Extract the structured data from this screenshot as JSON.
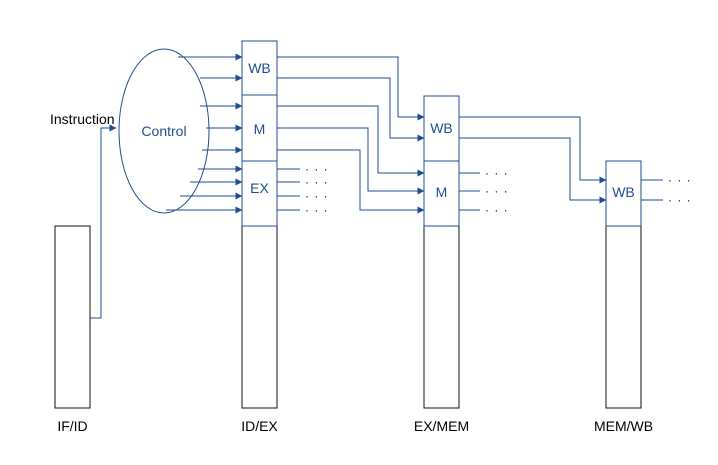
{
  "diagram": {
    "instruction_label": "Instruction",
    "control_label": "Control",
    "registers": {
      "if_id": "IF/ID",
      "id_ex": "ID/EX",
      "ex_mem": "EX/MEM",
      "mem_wb": "MEM/WB"
    },
    "sections": {
      "wb": "WB",
      "m": "M",
      "ex": "EX"
    },
    "ellipsis": "· · ·",
    "colors": {
      "wire": "#1f4e8c",
      "box_outline": "#111111"
    }
  }
}
